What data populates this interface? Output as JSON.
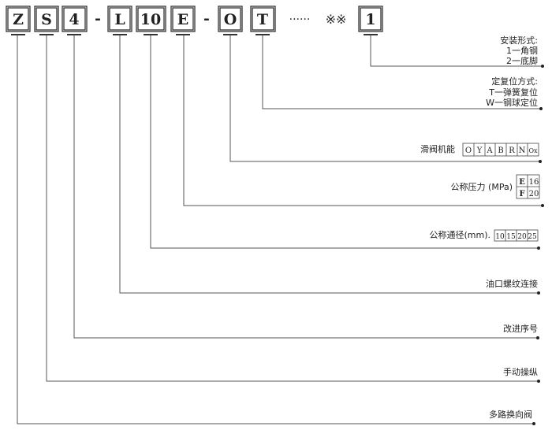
{
  "code": {
    "segments": [
      "Z",
      "S",
      "4",
      "-",
      "L",
      "10",
      "E",
      "-",
      "O",
      "T",
      "······",
      "※※",
      "1"
    ]
  },
  "labels": {
    "mounting": {
      "title": "安装形式:",
      "opt1": "1一角钢",
      "opt2": "2一底脚"
    },
    "reset": {
      "title": "定复位方式:",
      "opt1": "T一弹簧复位",
      "opt2": "W一钢球定位"
    },
    "spool": {
      "title": "滑阀机能",
      "options": [
        "O",
        "Y",
        "A",
        "B",
        "R",
        "N",
        "Ox"
      ]
    },
    "pressure": {
      "title": "公称压力 (MPa)",
      "rows": [
        {
          "code": "E",
          "value": "16"
        },
        {
          "code": "F",
          "value": "20"
        }
      ]
    },
    "diameter": {
      "title": "公称通径(mm).",
      "options": [
        "10",
        "15",
        "20",
        "25"
      ]
    },
    "thread": "油口螺纹连接",
    "revision": "改进序号",
    "manual": "手动操纵",
    "valve": "多路换向阀"
  }
}
